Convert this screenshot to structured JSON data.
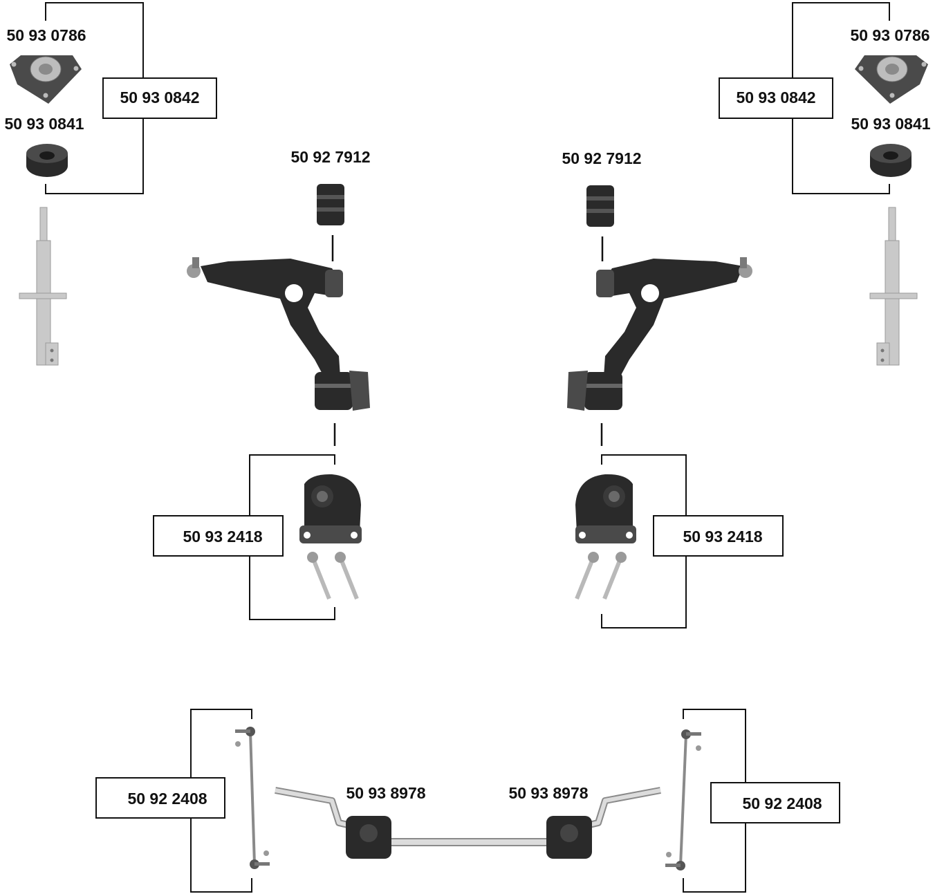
{
  "labels": {
    "top_mount_left": "50 93 0786",
    "top_mount_right": "50 93 0786",
    "top_kit_left": "50 93 0842",
    "top_kit_right": "50 93 0842",
    "bearing_left": "50 93 0841",
    "bearing_right": "50 93 0841",
    "bush_front_left": "50 92 7912",
    "bush_front_right": "50 92 7912",
    "bush_rear_kit_left": "50 93 2418",
    "bush_rear_kit_right": "50 93 2418",
    "drop_link_left": "50 92 2408",
    "drop_link_right": "50 92 2408",
    "stab_bush_left": "50 93 8978",
    "stab_bush_right": "50 93 8978"
  }
}
